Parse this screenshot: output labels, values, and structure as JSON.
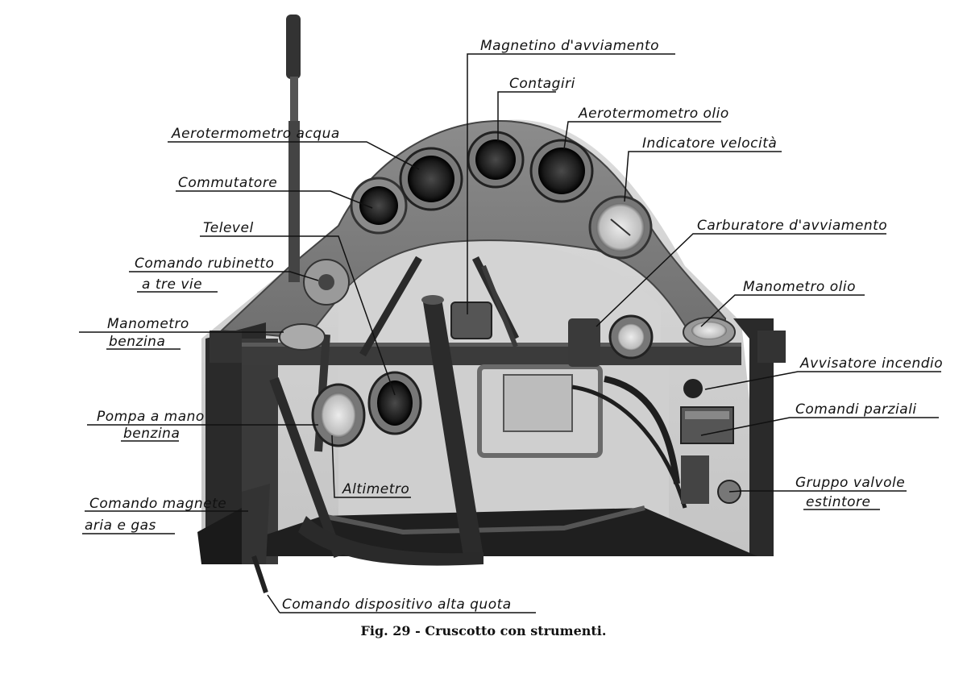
{
  "labels": {
    "magnetino": "Magnetino d'avviamento",
    "contagiri": "Contagiri",
    "aerotermometro_olio": "Aerotermometro olio",
    "aerotermometro_acqua": "Aerotermometro acqua",
    "indicatore_velocita": "Indicatore velocità",
    "commutatore": "Commutatore",
    "televel": "Televel",
    "carburatore_avviamento": "Carburatore d'avviamento",
    "comando_rubinetto_1": "Comando rubinetto",
    "comando_rubinetto_2": "a tre vie",
    "manometro_olio": "Manometro olio",
    "manometro_benzina_1": "Manometro",
    "manometro_benzina_2": "benzina",
    "avvisatore_incendio": "Avvisatore incendio",
    "comandi_parziali": "Comandi parziali",
    "pompa_1": "Pompa a mano",
    "pompa_2": "benzina",
    "altimetro": "Altimetro",
    "gruppo_valvole_1": "Gruppo valvole",
    "gruppo_valvole_2": "estintore",
    "comando_magnete_1": "Comando magnete",
    "comando_magnete_2": "aria e gas",
    "comando_alta_quota": "Comando dispositivo alta quota"
  },
  "caption": "Fig. 29 - Cruscotto con strumenti."
}
